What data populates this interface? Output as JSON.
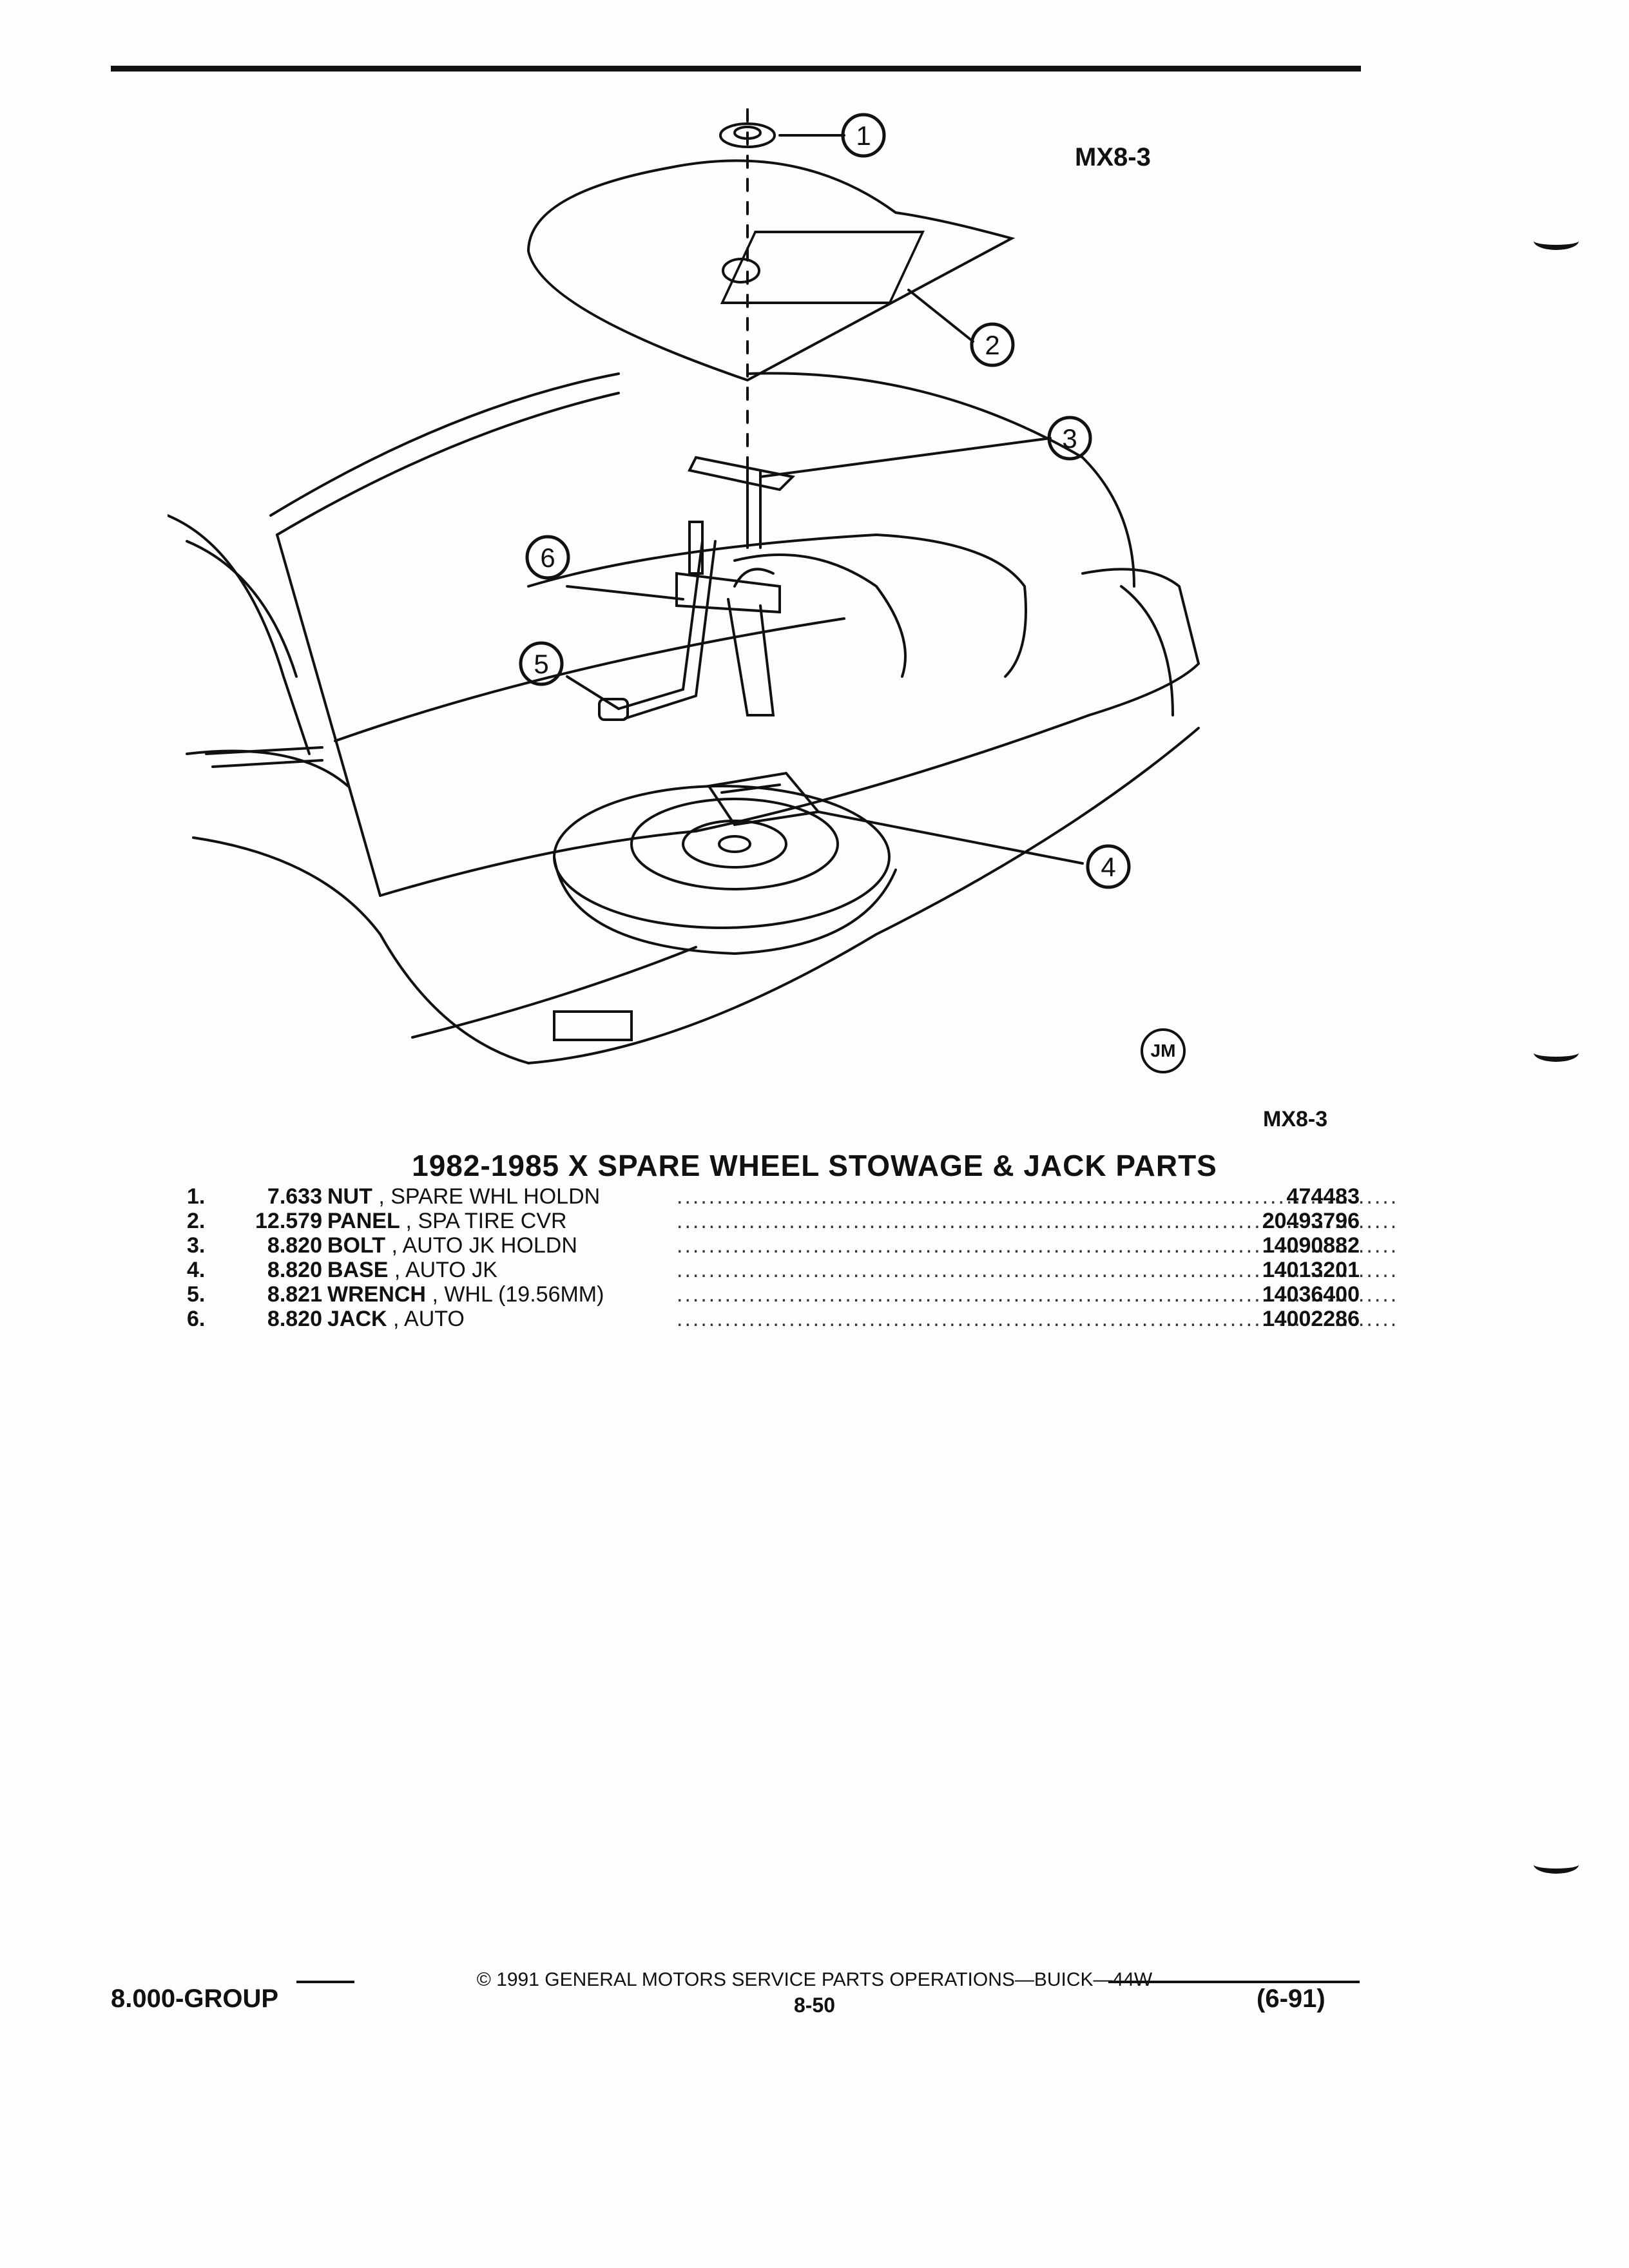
{
  "header": {
    "ref_top": "MX8-3"
  },
  "diagram": {
    "callouts": [
      "1",
      "2",
      "3",
      "4",
      "5",
      "6"
    ],
    "mark": "JM",
    "ref_bottom": "MX8-3"
  },
  "title": "1982-1985 X SPARE WHEEL STOWAGE & JACK PARTS",
  "parts": [
    {
      "num": "1.",
      "group": "7.633",
      "name": "NUT",
      "desc": ", SPARE WHL HOLDN",
      "part": "474483"
    },
    {
      "num": "2.",
      "group": "12.579",
      "name": "PANEL",
      "desc": ", SPA TIRE CVR",
      "part": "20493796"
    },
    {
      "num": "3.",
      "group": "8.820",
      "name": "BOLT",
      "desc": ", AUTO JK HOLDN",
      "part": "14090882"
    },
    {
      "num": "4.",
      "group": "8.820",
      "name": "BASE",
      "desc": ", AUTO JK",
      "part": "14013201"
    },
    {
      "num": "5.",
      "group": "8.821",
      "name": "WRENCH",
      "desc": ", WHL (19.56MM)",
      "part": "14036400"
    },
    {
      "num": "6.",
      "group": "8.820",
      "name": "JACK",
      "desc": ", AUTO",
      "part": "14002286"
    }
  ],
  "footer": {
    "copyright": "© 1991 GENERAL MOTORS SERVICE PARTS OPERATIONS—BUICK—44W",
    "group": "8.000-GROUP",
    "page": "8-50",
    "date": "(6-91)"
  }
}
